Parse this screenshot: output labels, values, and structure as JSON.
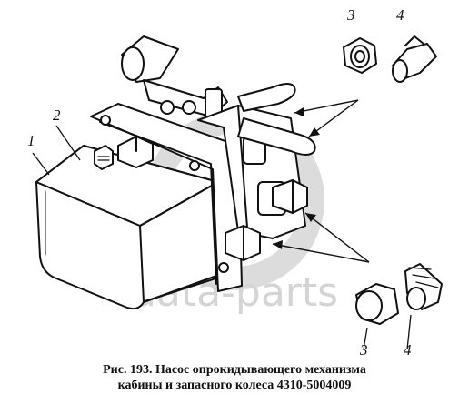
{
  "caption": {
    "line1": "Рис. 193. Насос опрокидывающего механизма",
    "line2": "кабины и запасного колеса 4310-5004009"
  },
  "callouts": {
    "c1": "1",
    "c2": "2",
    "c3_top": "3",
    "c4_top": "4",
    "c3_bottom": "3",
    "c4_bottom": "4"
  },
  "watermark": {
    "text": "data-parts"
  },
  "colors": {
    "ink": "#111111",
    "watermark": "#d4d4d4",
    "background": "#ffffff"
  }
}
